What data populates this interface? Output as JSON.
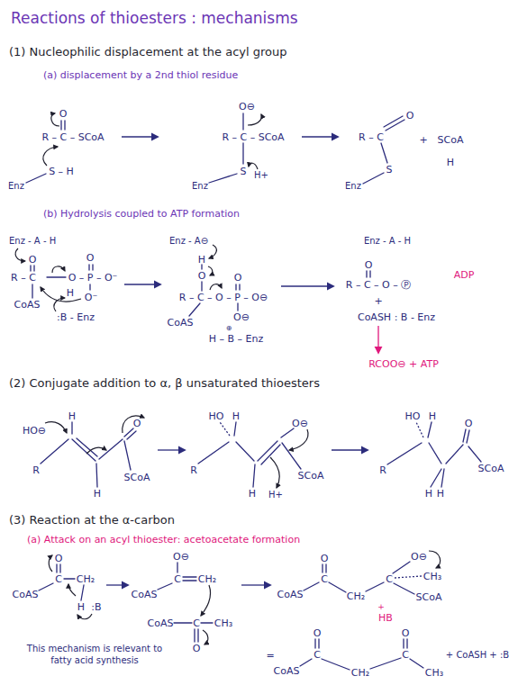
{
  "diagram": {
    "title": "Reactions of thioesters : mechanisms",
    "labels": [
      "(1) Nucleophilic displacement at the acyl group",
      "(a) displacement by a 2nd thiol residue",
      "O",
      "R – C – SCoA",
      "Enz",
      "S – H",
      "O⊖",
      "R – C – SCoA",
      "S",
      "Enz",
      "H+",
      "R – C",
      "O",
      "S",
      "Enz",
      "+",
      "SCoA",
      "H",
      "(b) Hydrolysis coupled to ATP formation",
      "Enz - A - H",
      "O",
      "R – C",
      "O – P – O⁻",
      "O",
      "CoAS",
      "H",
      "O⁻",
      ":B - Enz",
      "Enz - A⊖",
      "H",
      "O",
      "R – C – O – P – O⊖",
      "O",
      "CoAS",
      "O⊖",
      "H – B – Enz",
      "⊕",
      "Enz - A - H",
      "O",
      "R – C – O – Ⓟ",
      "ADP",
      "+",
      "CoASH : B - Enz",
      "RCOO⊖ + ATP",
      "(2) Conjugate addition to α, β unsaturated thioesters",
      "HO⊖",
      "H",
      "R",
      "O",
      "SCoA",
      "H",
      "HO",
      "H",
      "R",
      "O⊖",
      "SCoA",
      "H",
      "H+",
      "HO",
      "H",
      "R",
      "SCoA",
      "O",
      "H",
      "H",
      "(3) Reaction at the α-carbon",
      "(a) Attack on an acyl thioester: acetoacetate formation",
      "O",
      "CoAS",
      "C",
      "CH₂",
      "H",
      ":B",
      "O⊖",
      "CoAS",
      "C",
      "CH₂",
      "CoAS",
      "C",
      "CH₃",
      "O",
      "CoAS",
      "O",
      "C",
      "CH₂",
      "C",
      "O⊖",
      "CH₃",
      "SCoA",
      "+",
      "HB",
      "This mechanism is relevant to fatty acid synthesis",
      "=",
      "O",
      "O",
      "CoAS",
      "C",
      "CH₂",
      "C",
      "CH₃",
      "+ CoASH + :B"
    ]
  }
}
